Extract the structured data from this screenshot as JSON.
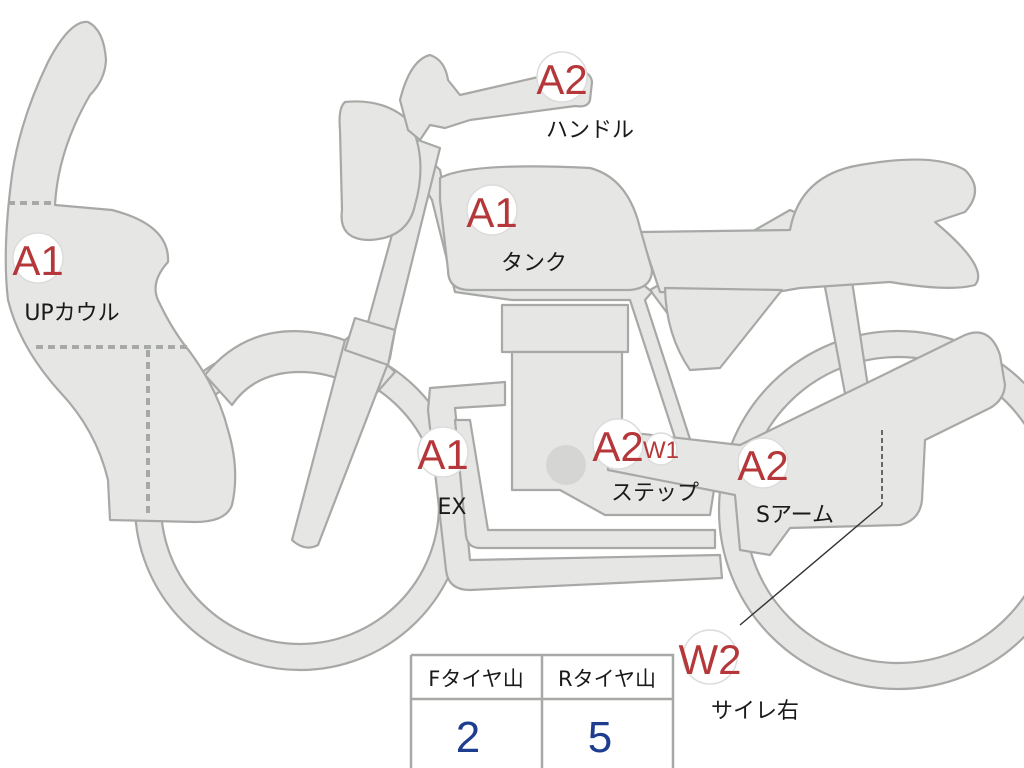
{
  "markers": [
    {
      "id": "up-cowl",
      "grade": "A1",
      "label": "UPカウル"
    },
    {
      "id": "handle",
      "grade": "A2",
      "label": "ハンドル"
    },
    {
      "id": "tank",
      "grade": "A1",
      "label": "タンク"
    },
    {
      "id": "ex",
      "grade": "A1",
      "label": "EX"
    },
    {
      "id": "step",
      "grade": "A2",
      "sub_grade": "W1",
      "label": "ステップ"
    },
    {
      "id": "s-arm",
      "grade": "A2",
      "label": "Sアーム"
    },
    {
      "id": "muffler-right",
      "grade": "W2",
      "label": "サイレ右"
    }
  ],
  "tire_table": {
    "headers": [
      "Fタイヤ山",
      "Rタイヤ山"
    ],
    "values": [
      "2",
      "5"
    ]
  },
  "colors": {
    "body_fill": "#e6e7e4",
    "outline": "#a7a9a6",
    "grade_text": "#b5373a",
    "value_text": "#1f3d8f"
  }
}
